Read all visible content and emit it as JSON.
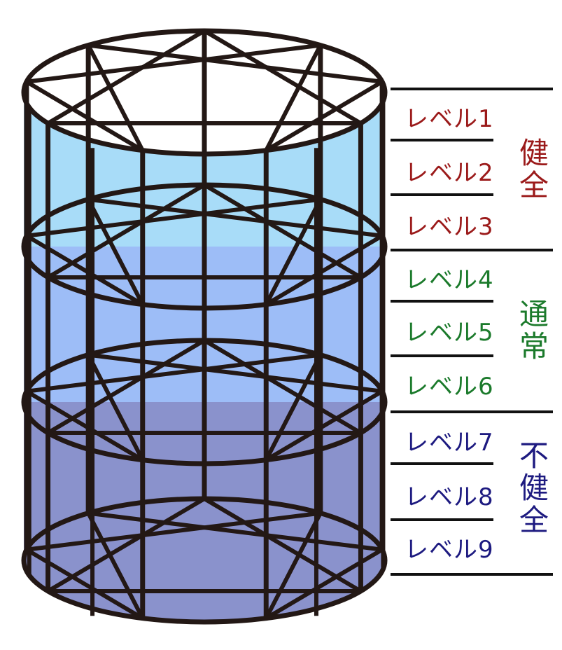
{
  "levels": [
    {
      "label": "レベル1",
      "group": 0
    },
    {
      "label": "レベル2",
      "group": 0
    },
    {
      "label": "レベル3",
      "group": 0
    },
    {
      "label": "レベル4",
      "group": 1
    },
    {
      "label": "レベル5",
      "group": 1
    },
    {
      "label": "レベル6",
      "group": 1
    },
    {
      "label": "レベル7",
      "group": 2
    },
    {
      "label": "レベル8",
      "group": 2
    },
    {
      "label": "レベル9",
      "group": 2
    }
  ],
  "groups": [
    {
      "label": "健全",
      "color": "#9b1a1a"
    },
    {
      "label": "通常",
      "color": "#1b7a2b"
    },
    {
      "label": "不健全",
      "color": "#1d1a80"
    }
  ],
  "band_colors": [
    "#a8dcf8",
    "#9dbdf7",
    "#8a92cc"
  ],
  "line_color": "#231815"
}
